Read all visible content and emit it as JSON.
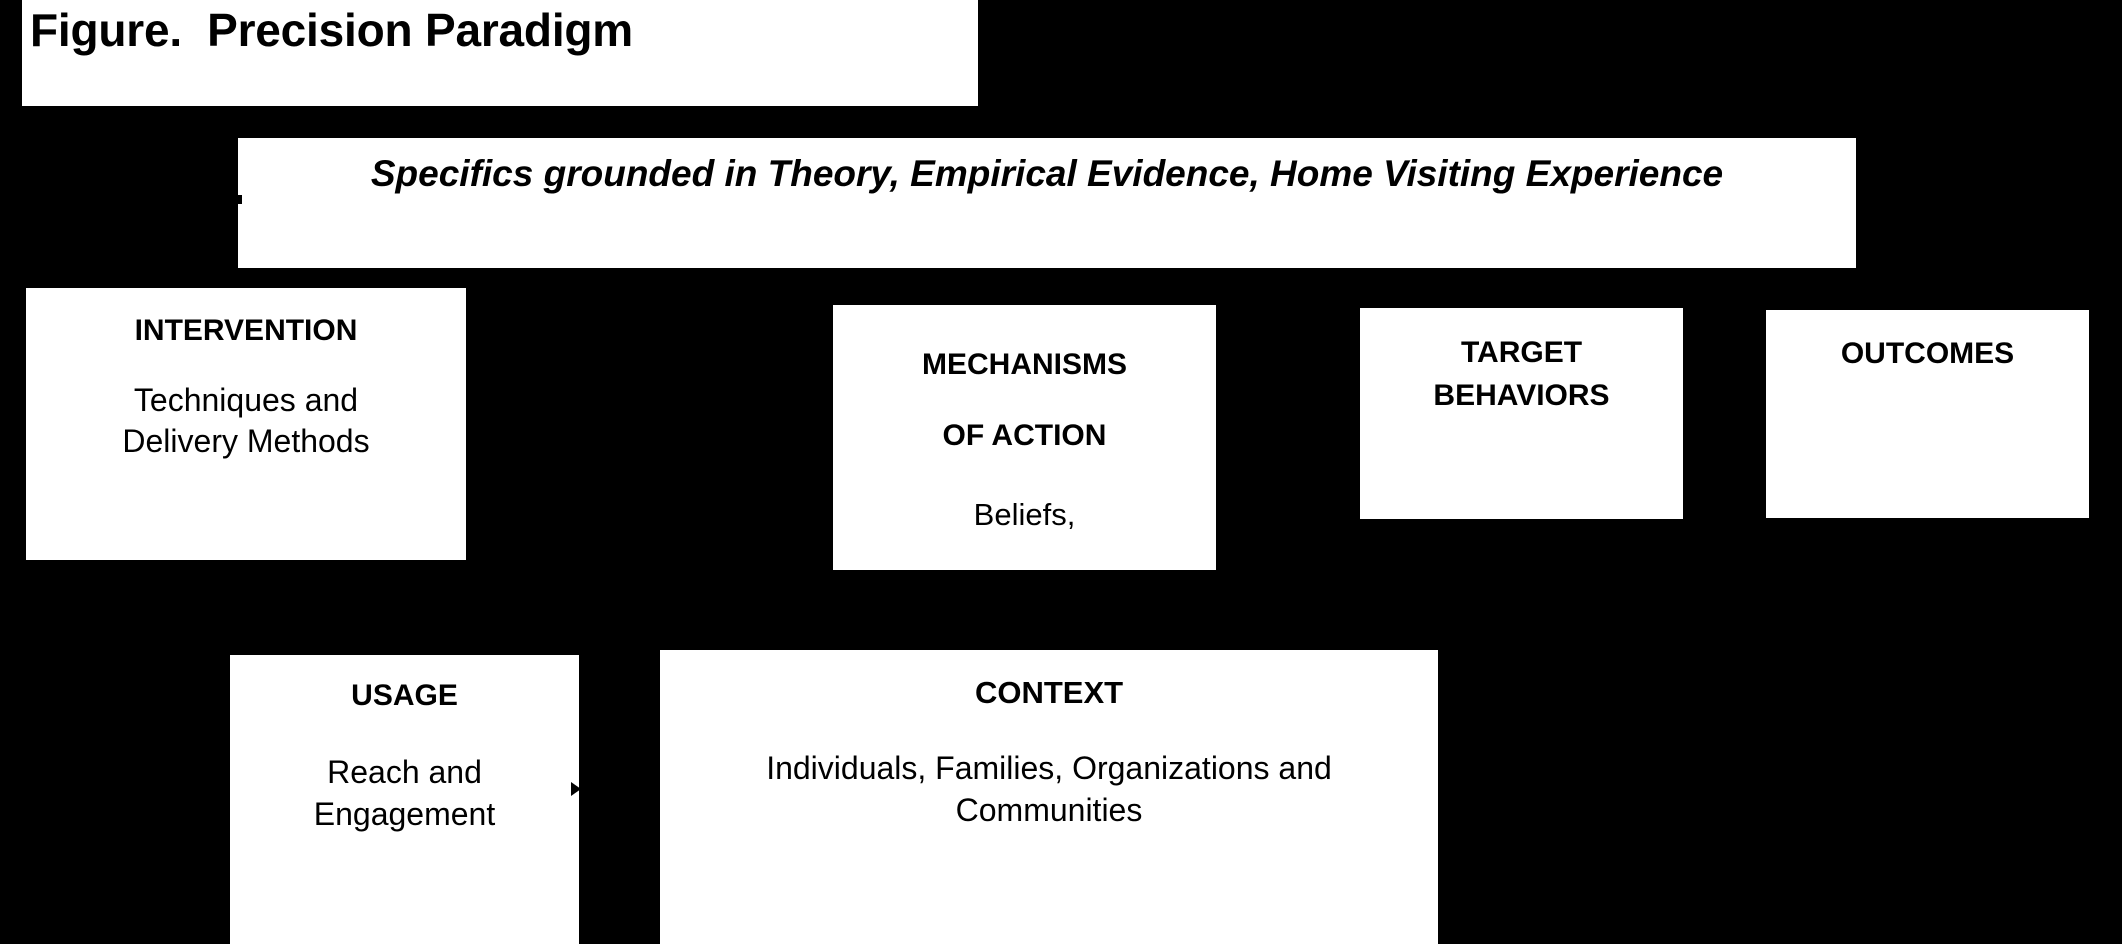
{
  "figure": {
    "title": "Figure.  Precision Paradigm",
    "subtitle": "Specifics grounded in Theory, Empirical Evidence, Home Visiting Experience",
    "background_color": "#000000",
    "box_fill_color": "#ffffff",
    "text_color": "#000000"
  },
  "components": {
    "intervention": {
      "heading": "INTERVENTION",
      "body": "Techniques and\nDelivery Methods"
    },
    "mechanisms": {
      "heading": "MECHANISMS\nOF ACTION",
      "body": "Beliefs,"
    },
    "target_behaviors": {
      "heading": "TARGET\nBEHAVIORS",
      "body": ""
    },
    "outcomes": {
      "heading": "OUTCOMES",
      "body": ""
    },
    "usage": {
      "heading": "USAGE",
      "body": "Reach and\nEngagement"
    },
    "context": {
      "heading": "CONTEXT",
      "body": "Individuals, Families, Organizations and\nCommunities"
    }
  },
  "connectors": [
    {
      "name": "usage-to-context",
      "glyph": "arrowhead-right"
    }
  ]
}
